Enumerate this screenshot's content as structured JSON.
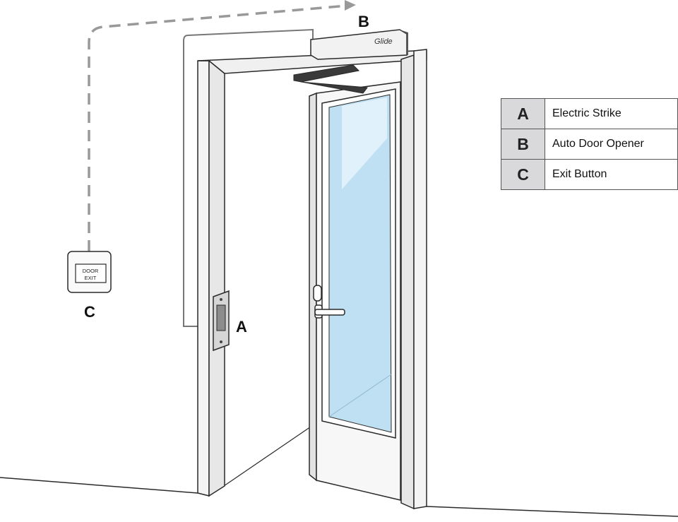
{
  "callouts": {
    "a": "A",
    "b": "B",
    "c": "C"
  },
  "opener_brand": "Glide",
  "exit_button_text": {
    "line1": "DOOR",
    "line2": "EXIT"
  },
  "legend": [
    {
      "key": "A",
      "label": "Electric Strike"
    },
    {
      "key": "B",
      "label": "Auto Door Opener"
    },
    {
      "key": "C",
      "label": "Exit Button"
    }
  ],
  "colors": {
    "wire_dashed": "#999999",
    "wire_solid": "#777777",
    "glass": "#bfe0f2",
    "legend_key_bg": "#d9d9db",
    "outline": "#2a2a2a"
  }
}
